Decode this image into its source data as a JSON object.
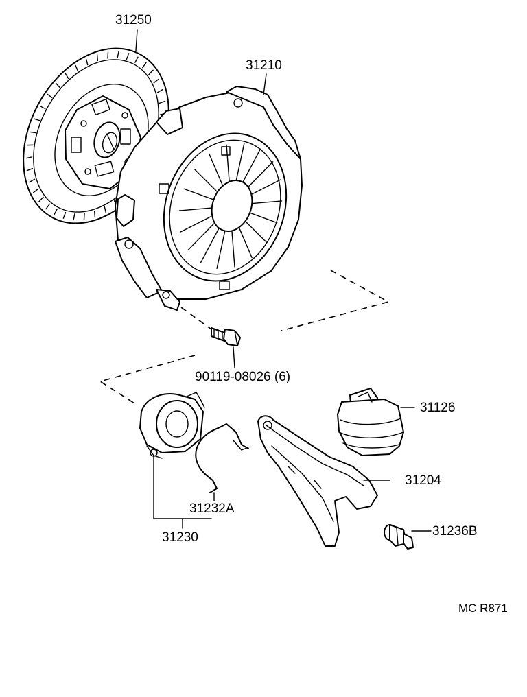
{
  "diagram": {
    "callouts": [
      {
        "id": "clutch-disc",
        "text": "31250"
      },
      {
        "id": "clutch-cover",
        "text": "31210"
      },
      {
        "id": "cover-bolt",
        "text": "90119-08026 (6)"
      },
      {
        "id": "release-fork-boot",
        "text": "31126"
      },
      {
        "id": "release-fork",
        "text": "31204"
      },
      {
        "id": "bearing-clip",
        "text": "31232A"
      },
      {
        "id": "release-bearing-assembly",
        "text": "31230"
      },
      {
        "id": "fork-support",
        "text": "31236B"
      }
    ],
    "figure_code": "MC R871"
  }
}
